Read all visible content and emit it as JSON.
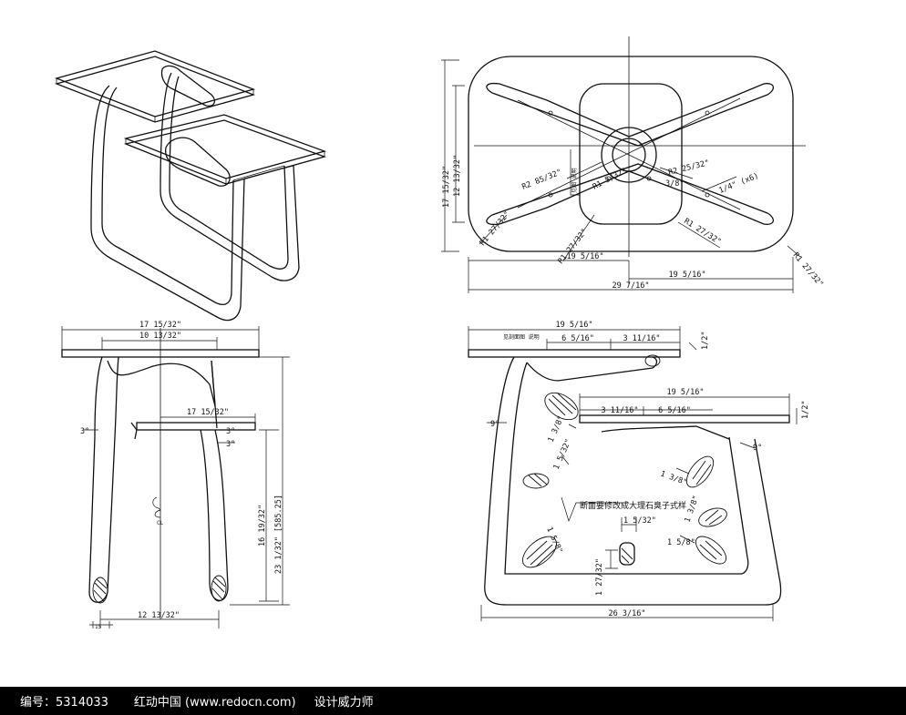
{
  "labels": {
    "top_view": {
      "left_height": "17 15/32\"",
      "inner_height": "12 13/32\"",
      "r_left": "R2 85/32\"",
      "r_right": "R2 25/32\"",
      "r_inner": "R1 5/32\"",
      "r_small": "3/8\"",
      "phi": "1/4\" (x6)",
      "r_bl": "R1 27/32\"",
      "r_mid_l": "R1 27/32\"",
      "r_mid_r": "R1 27/32\"",
      "r_br": "R1 27/32\"",
      "note_small": "见图 说明",
      "dim_195_a": "19 5/16\"",
      "dim_195_b": "19 5/16\"",
      "dim_total": "29 7/16\""
    },
    "side_view": {
      "top_width": "17 15/32\"",
      "inner_width": "10 13/32\"",
      "angle_1": "3°",
      "angle_2": "3°",
      "angle_3": "3°",
      "second_width": "17 15/32\"",
      "inner_height": "16 19/32\"",
      "total_height": "23 1/32\" [585.25]",
      "bottom_width": "12 13/32\"",
      "foot": "15",
      "cl": "CL"
    },
    "front_view": {
      "top_width": "19 5/16\"",
      "note_small": "见剖面图 说明",
      "seg_a": "6 5/16\"",
      "seg_b": "3 11/16\"",
      "thick_1": "1/2\"",
      "second_width": "19 5/16\"",
      "seg_c": "3 11/16\"",
      "seg_d": "6 5/16\"",
      "thick_2": "1/2\"",
      "angle_l": "9°",
      "angle_r": "9°",
      "s1": "1 3/8\"",
      "s2": "1 5/32\"",
      "s3": "1 3/8\"",
      "s4": "1 5/8\"",
      "s5": "1 5/32\"",
      "s6": "1 3/8\"",
      "s7": "1 5/8\"",
      "s8": "1 27/32\"",
      "note": "断面要修改成大理石臭子式样",
      "bottom_width": "26 3/16\""
    }
  },
  "footer": {
    "id": "编号：5314033",
    "site": "红动中国 (www.redocn.com)",
    "credit": "设计威力师"
  }
}
